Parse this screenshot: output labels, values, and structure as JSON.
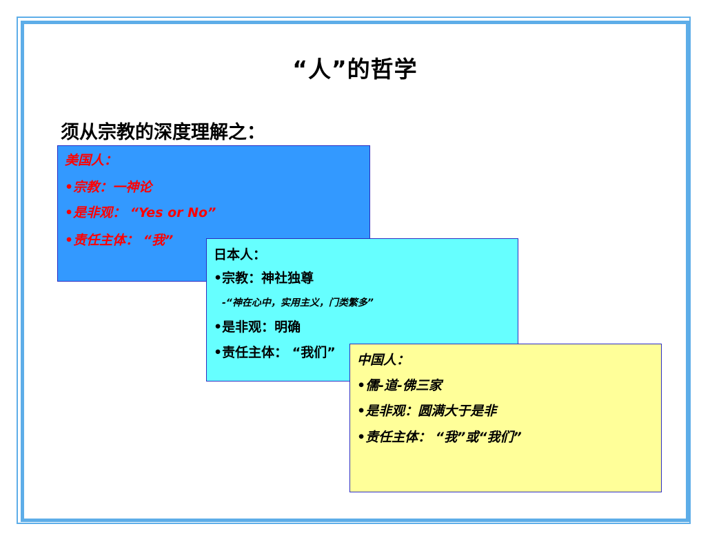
{
  "slide": {
    "title": "“人”的哲学",
    "subtitle": "须从宗教的深度理解之：",
    "colors": {
      "frame": "#5dade8",
      "us_card": "#3399ff",
      "us_text": "#ff0000",
      "jp_card": "#66ffff",
      "cn_card": "#ffff99",
      "card_border": "#2b2bc0"
    },
    "cards": {
      "us": {
        "heading": "美国人：",
        "items": [
          "•宗教：一神论",
          "•是非观： “Yes  or No”",
          "•责任主体： “我”"
        ]
      },
      "jp": {
        "heading": "日本人：",
        "items": [
          "•宗教：神社独尊",
          "-“神在心中，实用主义，门类繁多”",
          "•是非观：明确",
          "•责任主体： “我们”"
        ]
      },
      "cn": {
        "heading": "中国人：",
        "items": [
          "•儒-道-佛三家",
          "•是非观：圆满大于是非",
          "•责任主体： “我”或“我们”"
        ]
      }
    }
  }
}
